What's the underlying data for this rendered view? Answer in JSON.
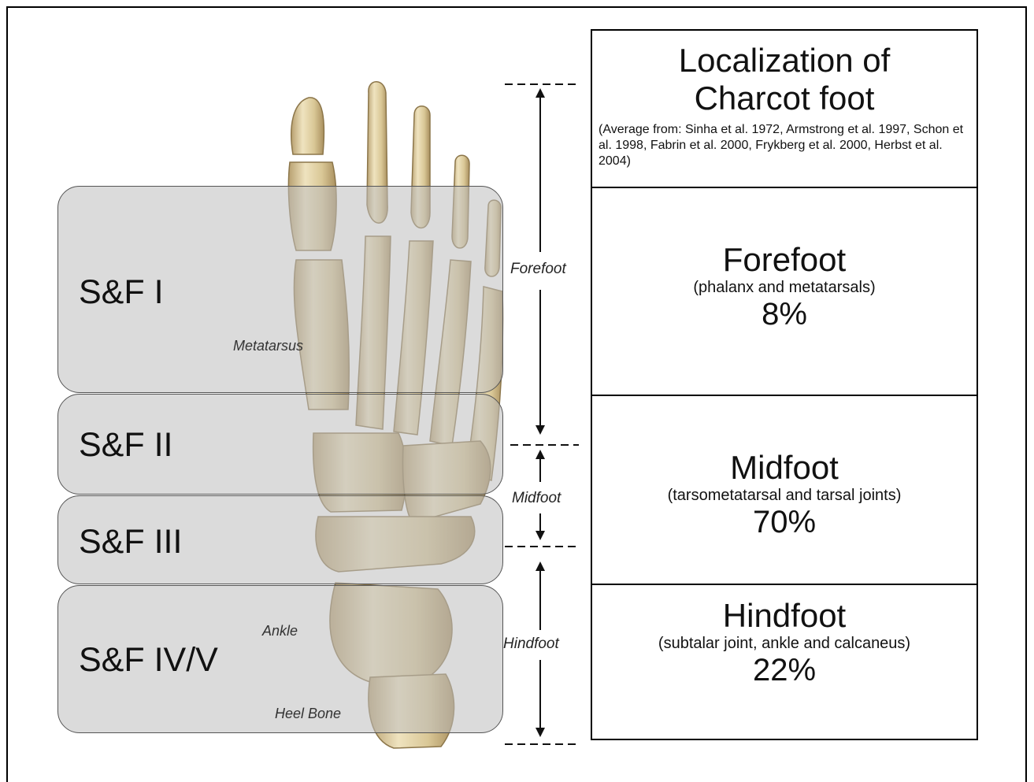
{
  "title": {
    "line1": "Localization of",
    "line2": "Charcot foot",
    "note": "(Average from: Sinha et al. 1972, Armstrong et al. 1997, Schon et al. 1998, Fabrin et al. 2000, Frykberg et al. 2000, Herbst et al. 2004)"
  },
  "zones": [
    "S&F I",
    "S&F II",
    "S&F III",
    "S&F IV/V"
  ],
  "anatomy_labels": {
    "metatarsus": "Metatarsus",
    "ankle": "Ankle",
    "heel": "Heel Bone"
  },
  "regions": {
    "forefoot": {
      "side_label": "Forefoot",
      "title": "Forefoot",
      "desc": "(phalanx and metatarsals)",
      "percent": "8%"
    },
    "midfoot": {
      "side_label": "Midfoot",
      "title": "Midfoot",
      "desc": "(tarsometatarsal and tarsal joints)",
      "percent": "70%"
    },
    "hindfoot": {
      "side_label": "Hindfoot",
      "title": "Hindfoot",
      "desc": "(subtalar joint, ankle and calcaneus)",
      "percent": "22%"
    }
  },
  "colors": {
    "bone": "#e2d3a8",
    "bone_shade": "#b49c6a",
    "zone_fill": "#bebebe"
  }
}
